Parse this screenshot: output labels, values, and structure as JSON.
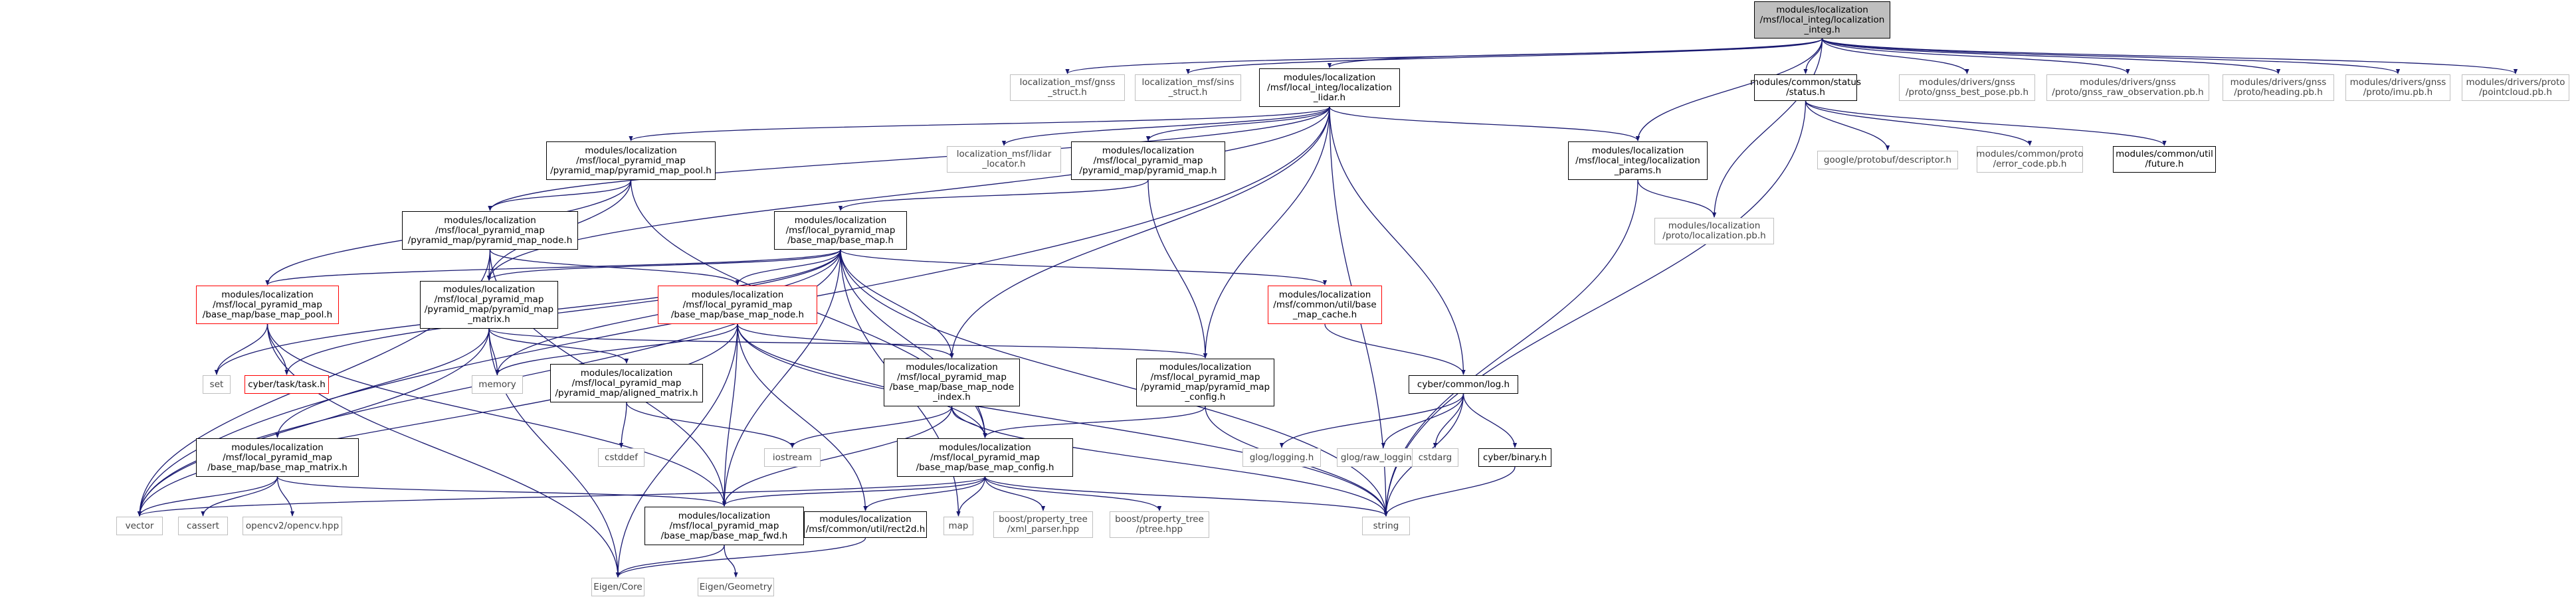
{
  "diagram": {
    "type": "include-dependency-graph",
    "colors": {
      "edge": "#191970",
      "root_fill": "#bfbfbf",
      "cycle_border": "#ff0000",
      "system_border": "#bfbfbf"
    },
    "nodes": [
      {
        "id": "root",
        "label": "modules/localization\n/msf/local_integ/localization\n_integ.h",
        "kind": "root"
      },
      {
        "id": "gnss_struct",
        "label": "localization_msf/gnss\n_struct.h",
        "kind": "system"
      },
      {
        "id": "sins_struct",
        "label": "localization_msf/sins\n_struct.h",
        "kind": "system"
      },
      {
        "id": "lidar",
        "label": "modules/localization\n/msf/local_integ/localization\n_lidar.h",
        "kind": "file"
      },
      {
        "id": "status",
        "label": "modules/common/status\n/status.h",
        "kind": "file"
      },
      {
        "id": "gnss_best_pose",
        "label": "modules/drivers/gnss\n/proto/gnss_best_pose.pb.h",
        "kind": "system"
      },
      {
        "id": "gnss_raw",
        "label": "modules/drivers/gnss\n/proto/gnss_raw_observation.pb.h",
        "kind": "system"
      },
      {
        "id": "heading",
        "label": "modules/drivers/gnss\n/proto/heading.pb.h",
        "kind": "system"
      },
      {
        "id": "imu",
        "label": "modules/drivers/gnss\n/proto/imu.pb.h",
        "kind": "system"
      },
      {
        "id": "pointcloud",
        "label": "modules/drivers/proto\n/pointcloud.pb.h",
        "kind": "system"
      },
      {
        "id": "pyramid_map_pool",
        "label": "modules/localization\n/msf/local_pyramid_map\n/pyramid_map/pyramid_map_pool.h",
        "kind": "file"
      },
      {
        "id": "lidar_locator",
        "label": "localization_msf/lidar\n_locator.h",
        "kind": "system"
      },
      {
        "id": "pyramid_map",
        "label": "modules/localization\n/msf/local_pyramid_map\n/pyramid_map/pyramid_map.h",
        "kind": "file"
      },
      {
        "id": "integ_params",
        "label": "modules/localization\n/msf/local_integ/localization\n_params.h",
        "kind": "file"
      },
      {
        "id": "descriptor",
        "label": "google/protobuf/descriptor.h",
        "kind": "system"
      },
      {
        "id": "error_code",
        "label": "modules/common/proto\n/error_code.pb.h",
        "kind": "system"
      },
      {
        "id": "future",
        "label": "modules/common/util\n/future.h",
        "kind": "file"
      },
      {
        "id": "pyramid_map_node",
        "label": "modules/localization\n/msf/local_pyramid_map\n/pyramid_map/pyramid_map_node.h",
        "kind": "file"
      },
      {
        "id": "base_map",
        "label": "modules/localization\n/msf/local_pyramid_map\n/base_map/base_map.h",
        "kind": "file"
      },
      {
        "id": "localization_pb",
        "label": "modules/localization\n/proto/localization.pb.h",
        "kind": "system"
      },
      {
        "id": "base_map_pool",
        "label": "modules/localization\n/msf/local_pyramid_map\n/base_map/base_map_pool.h",
        "kind": "cycle"
      },
      {
        "id": "pyramid_map_matrix",
        "label": "modules/localization\n/msf/local_pyramid_map\n/pyramid_map/pyramid_map\n_matrix.h",
        "kind": "file"
      },
      {
        "id": "base_map_node",
        "label": "modules/localization\n/msf/local_pyramid_map\n/base_map/base_map_node.h",
        "kind": "cycle"
      },
      {
        "id": "base_map_cache",
        "label": "modules/localization\n/msf/common/util/base\n_map_cache.h",
        "kind": "cycle"
      },
      {
        "id": "set",
        "label": "set",
        "kind": "system"
      },
      {
        "id": "task",
        "label": "cyber/task/task.h",
        "kind": "cycle"
      },
      {
        "id": "memory",
        "label": "memory",
        "kind": "system"
      },
      {
        "id": "aligned_matrix",
        "label": "modules/localization\n/msf/local_pyramid_map\n/pyramid_map/aligned_matrix.h",
        "kind": "file"
      },
      {
        "id": "base_map_node_index",
        "label": "modules/localization\n/msf/local_pyramid_map\n/base_map/base_map_node\n_index.h",
        "kind": "file"
      },
      {
        "id": "pyramid_map_config",
        "label": "modules/localization\n/msf/local_pyramid_map\n/pyramid_map/pyramid_map\n_config.h",
        "kind": "file"
      },
      {
        "id": "log",
        "label": "cyber/common/log.h",
        "kind": "file"
      },
      {
        "id": "cstddef",
        "label": "cstddef",
        "kind": "system"
      },
      {
        "id": "iostream",
        "label": "iostream",
        "kind": "system"
      },
      {
        "id": "glog_logging",
        "label": "glog/logging.h",
        "kind": "system"
      },
      {
        "id": "glog_raw_logging",
        "label": "glog/raw_logging.h",
        "kind": "system"
      },
      {
        "id": "cstdarg",
        "label": "cstdarg",
        "kind": "system"
      },
      {
        "id": "binary",
        "label": "cyber/binary.h",
        "kind": "file"
      },
      {
        "id": "base_map_matrix",
        "label": "modules/localization\n/msf/local_pyramid_map\n/base_map/base_map_matrix.h",
        "kind": "file"
      },
      {
        "id": "base_map_config",
        "label": "modules/localization\n/msf/local_pyramid_map\n/base_map/base_map_config.h",
        "kind": "file"
      },
      {
        "id": "vector",
        "label": "vector",
        "kind": "system"
      },
      {
        "id": "cassert",
        "label": "cassert",
        "kind": "system"
      },
      {
        "id": "opencv",
        "label": "opencv2/opencv.hpp",
        "kind": "system"
      },
      {
        "id": "map",
        "label": "map",
        "kind": "system"
      },
      {
        "id": "xml_parser",
        "label": "boost/property_tree\n/xml_parser.hpp",
        "kind": "system"
      },
      {
        "id": "ptree",
        "label": "boost/property_tree\n/ptree.hpp",
        "kind": "system"
      },
      {
        "id": "string",
        "label": "string",
        "kind": "system"
      },
      {
        "id": "base_map_fwd",
        "label": "modules/localization\n/msf/local_pyramid_map\n/base_map/base_map_fwd.h",
        "kind": "file"
      },
      {
        "id": "rect2d",
        "label": "modules/localization\n/msf/common/util/rect2d.h",
        "kind": "file"
      },
      {
        "id": "eigen_core",
        "label": "Eigen/Core",
        "kind": "system"
      },
      {
        "id": "eigen_geometry",
        "label": "Eigen/Geometry",
        "kind": "system"
      }
    ],
    "edges": [
      [
        "root",
        "gnss_struct"
      ],
      [
        "root",
        "sins_struct"
      ],
      [
        "root",
        "lidar"
      ],
      [
        "root",
        "status"
      ],
      [
        "root",
        "gnss_best_pose"
      ],
      [
        "root",
        "gnss_raw"
      ],
      [
        "root",
        "heading"
      ],
      [
        "root",
        "imu"
      ],
      [
        "root",
        "pointcloud"
      ],
      [
        "root",
        "integ_params"
      ],
      [
        "root",
        "localization_pb"
      ],
      [
        "lidar",
        "pyramid_map_pool"
      ],
      [
        "lidar",
        "lidar_locator"
      ],
      [
        "lidar",
        "pyramid_map"
      ],
      [
        "lidar",
        "integ_params"
      ],
      [
        "lidar",
        "pyramid_map_node"
      ],
      [
        "lidar",
        "base_map_node_index"
      ],
      [
        "lidar",
        "pyramid_map_config"
      ],
      [
        "lidar",
        "log"
      ],
      [
        "lidar",
        "string"
      ],
      [
        "lidar",
        "vector"
      ],
      [
        "lidar",
        "pyramid_map_matrix"
      ],
      [
        "status",
        "descriptor"
      ],
      [
        "status",
        "error_code"
      ],
      [
        "status",
        "future"
      ],
      [
        "status",
        "string"
      ],
      [
        "pyramid_map_pool",
        "pyramid_map_node"
      ],
      [
        "pyramid_map_pool",
        "pyramid_map_matrix"
      ],
      [
        "pyramid_map_pool",
        "base_map_pool"
      ],
      [
        "pyramid_map_pool",
        "base_map_config"
      ],
      [
        "pyramid_map",
        "base_map"
      ],
      [
        "pyramid_map",
        "pyramid_map_config"
      ],
      [
        "integ_params",
        "localization_pb"
      ],
      [
        "integ_params",
        "string"
      ],
      [
        "pyramid_map_node",
        "pyramid_map_matrix"
      ],
      [
        "pyramid_map_node",
        "base_map_node"
      ],
      [
        "pyramid_map_node",
        "vector"
      ],
      [
        "pyramid_map_node",
        "base_map_fwd"
      ],
      [
        "base_map",
        "base_map_pool"
      ],
      [
        "base_map",
        "pyramid_map_matrix"
      ],
      [
        "base_map",
        "base_map_node"
      ],
      [
        "base_map",
        "base_map_cache"
      ],
      [
        "base_map",
        "set"
      ],
      [
        "base_map",
        "task"
      ],
      [
        "base_map",
        "memory"
      ],
      [
        "base_map",
        "base_map_node_index"
      ],
      [
        "base_map",
        "base_map_config"
      ],
      [
        "base_map",
        "base_map_fwd"
      ],
      [
        "base_map",
        "map"
      ],
      [
        "base_map",
        "string"
      ],
      [
        "base_map",
        "vector"
      ],
      [
        "base_map_pool",
        "set"
      ],
      [
        "base_map_pool",
        "task"
      ],
      [
        "base_map_pool",
        "base_map_fwd"
      ],
      [
        "base_map_pool",
        "eigen_core"
      ],
      [
        "pyramid_map_matrix",
        "memory"
      ],
      [
        "pyramid_map_matrix",
        "aligned_matrix"
      ],
      [
        "pyramid_map_matrix",
        "base_map_matrix"
      ],
      [
        "pyramid_map_matrix",
        "pyramid_map_config"
      ],
      [
        "pyramid_map_matrix",
        "vector"
      ],
      [
        "pyramid_map_matrix",
        "eigen_core"
      ],
      [
        "base_map_node",
        "memory"
      ],
      [
        "base_map_node",
        "base_map_node_index"
      ],
      [
        "base_map_node",
        "base_map_config"
      ],
      [
        "base_map_node",
        "base_map_fwd"
      ],
      [
        "base_map_node",
        "rect2d"
      ],
      [
        "base_map_node",
        "string"
      ],
      [
        "base_map_node",
        "vector"
      ],
      [
        "base_map_node",
        "eigen_core"
      ],
      [
        "base_map_cache",
        "log"
      ],
      [
        "aligned_matrix",
        "cstddef"
      ],
      [
        "aligned_matrix",
        "iostream"
      ],
      [
        "base_map_node_index",
        "iostream"
      ],
      [
        "base_map_node_index",
        "base_map_config"
      ],
      [
        "base_map_node_index",
        "base_map_fwd"
      ],
      [
        "base_map_node_index",
        "string"
      ],
      [
        "pyramid_map_config",
        "base_map_config"
      ],
      [
        "pyramid_map_config",
        "string"
      ],
      [
        "log",
        "glog_logging"
      ],
      [
        "log",
        "glog_raw_logging"
      ],
      [
        "log",
        "cstdarg"
      ],
      [
        "log",
        "binary"
      ],
      [
        "log",
        "string"
      ],
      [
        "binary",
        "string"
      ],
      [
        "base_map_matrix",
        "vector"
      ],
      [
        "base_map_matrix",
        "cassert"
      ],
      [
        "base_map_matrix",
        "opencv"
      ],
      [
        "base_map_matrix",
        "base_map_fwd"
      ],
      [
        "base_map_config",
        "vector"
      ],
      [
        "base_map_config",
        "map"
      ],
      [
        "base_map_config",
        "xml_parser"
      ],
      [
        "base_map_config",
        "ptree"
      ],
      [
        "base_map_config",
        "string"
      ],
      [
        "base_map_config",
        "base_map_fwd"
      ],
      [
        "base_map_config",
        "rect2d"
      ],
      [
        "base_map_fwd",
        "eigen_core"
      ],
      [
        "base_map_fwd",
        "eigen_geometry"
      ],
      [
        "rect2d",
        "eigen_core"
      ]
    ]
  }
}
